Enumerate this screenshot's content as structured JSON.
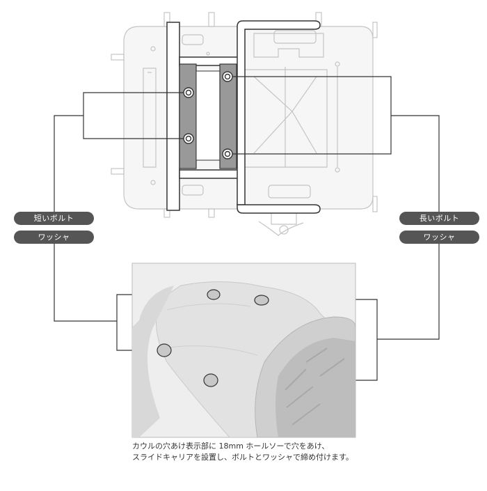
{
  "left_labels": [
    "短いボルト",
    "ワッシャ"
  ],
  "right_labels": [
    "長いボルト",
    "ワッシャ"
  ],
  "caption": {
    "line1": "カウルの穴あけ表示部に 18mm ホールソーで穴をあけ、",
    "line2": "スライドキャリアを設置し、ボルトとワッシャで締め付けます。"
  },
  "colors": {
    "pill_bg": "#555555",
    "bracket_gray": "#999999",
    "hole_fill": "#c8c8c8",
    "line": "#333333"
  }
}
